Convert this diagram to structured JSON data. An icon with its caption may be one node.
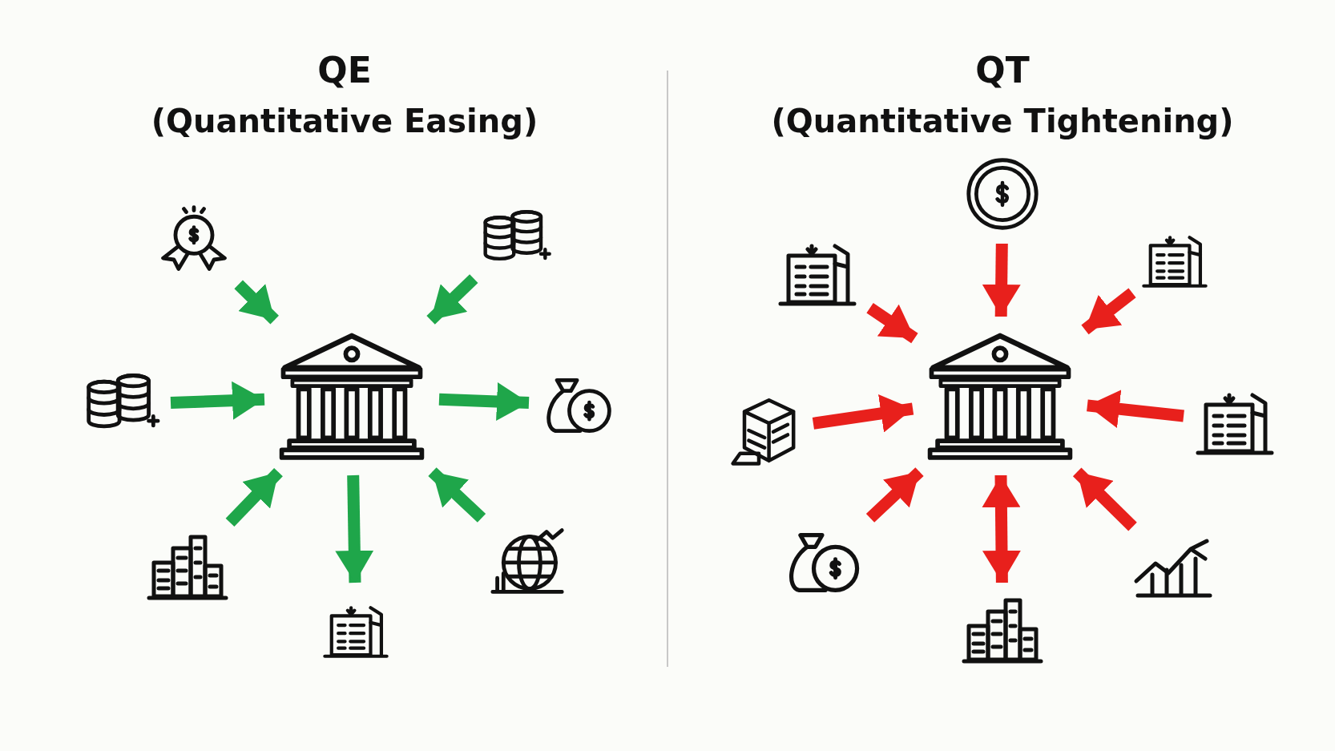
{
  "diagram": {
    "nodes": [
      {
        "text": [],
        "shape": "badge"
      },
      {
        "text": [],
        "shape": "coins"
      },
      {
        "text": [],
        "shape": "coins"
      },
      {
        "text": [],
        "shape": "bank"
      },
      {
        "text": [],
        "shape": "moneybag"
      },
      {
        "text": [],
        "shape": "buildings"
      },
      {
        "text": [],
        "shape": "building"
      },
      {
        "text": [],
        "shape": "globe"
      },
      {
        "text": [],
        "shape": "coin"
      },
      {
        "text": [],
        "shape": "building"
      },
      {
        "text": [],
        "shape": "building"
      },
      {
        "text": [],
        "shape": "box"
      },
      {
        "text": [],
        "shape": "bank"
      },
      {
        "text": [],
        "shape": "building"
      },
      {
        "text": [],
        "shape": "moneybag"
      },
      {
        "text": [],
        "shape": "buildings"
      },
      {
        "text": [],
        "shape": "chart"
      }
    ],
    "edges": [
      {
        "from": 0,
        "to": 3,
        "arrow": "to",
        "color": "#1fa64a"
      },
      {
        "from": 1,
        "to": 3,
        "arrow": "to",
        "color": "#1fa64a"
      },
      {
        "from": 2,
        "to": 3,
        "arrow": "to",
        "color": "#1fa64a"
      },
      {
        "from": 3,
        "to": 4,
        "arrow": "to",
        "color": "#1fa64a"
      },
      {
        "from": 5,
        "to": 3,
        "arrow": "to",
        "color": "#1fa64a"
      },
      {
        "from": 3,
        "to": 6,
        "arrow": "to",
        "color": "#1fa64a"
      },
      {
        "from": 7,
        "to": 3,
        "arrow": "to",
        "color": "#1fa64a"
      },
      {
        "from": 8,
        "to": 12,
        "arrow": "to"
      },
      {
        "from": 9,
        "to": 12,
        "arrow": "to"
      },
      {
        "from": 10,
        "to": 12,
        "arrow": "to"
      },
      {
        "from": 11,
        "to": 12,
        "arrow": "to"
      },
      {
        "from": 13,
        "to": 12,
        "arrow": "to"
      },
      {
        "from": 14,
        "to": 12,
        "arrow": "to"
      },
      {
        "from": 12,
        "to": 15,
        "arrow": "both"
      },
      {
        "from": 16,
        "to": 12,
        "arrow": "to"
      }
    ],
    "labels": [
      "QE",
      "(Quantitative Easing)",
      "QT",
      "(Quantitative Tightening)"
    ]
  }
}
